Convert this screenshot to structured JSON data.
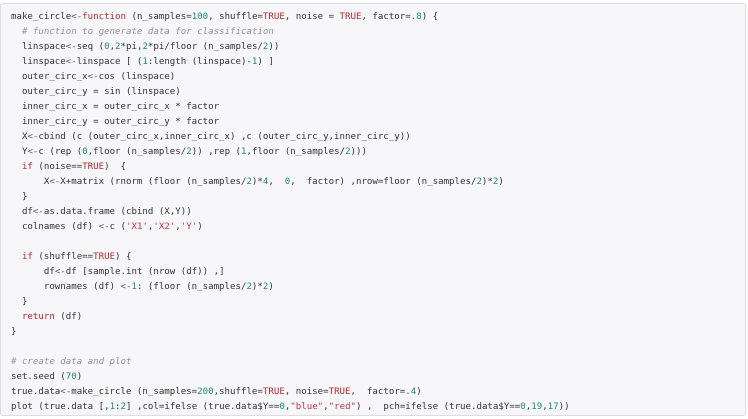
{
  "code_block": {
    "language": "r",
    "colors": {
      "background": "#f7f7f9",
      "border": "#dddde0",
      "text": "#333333",
      "keyword": "#b5272d",
      "number": "#1d8a7a",
      "string": "#c8324a",
      "comment": "#939393"
    },
    "lines": [
      [
        [
          "t",
          "make_circle"
        ],
        [
          "o",
          "<-"
        ],
        [
          "k",
          "function"
        ],
        [
          "t",
          " (n_samples="
        ],
        [
          "n",
          "100"
        ],
        [
          "t",
          ", shuffle="
        ],
        [
          "k",
          "TRUE"
        ],
        [
          "t",
          ", noise = "
        ],
        [
          "k",
          "TRUE"
        ],
        [
          "t",
          ", factor="
        ],
        [
          "n",
          ".8"
        ],
        [
          "t",
          ") {"
        ]
      ],
      [
        [
          "t",
          "  "
        ],
        [
          "c",
          "# function to generate data for classification"
        ]
      ],
      [
        [
          "t",
          "  linspace"
        ],
        [
          "o",
          "<-"
        ],
        [
          "t",
          "seq ("
        ],
        [
          "n",
          "0"
        ],
        [
          "t",
          ","
        ],
        [
          "n",
          "2"
        ],
        [
          "t",
          "*pi,"
        ],
        [
          "n",
          "2"
        ],
        [
          "t",
          "*pi/floor (n_samples/"
        ],
        [
          "n",
          "2"
        ],
        [
          "t",
          "))"
        ]
      ],
      [
        [
          "t",
          "  linspace"
        ],
        [
          "o",
          "<-"
        ],
        [
          "t",
          "linspace [ ("
        ],
        [
          "n",
          "1"
        ],
        [
          "t",
          ":length (linspace)-"
        ],
        [
          "n",
          "1"
        ],
        [
          "t",
          ") ]"
        ]
      ],
      [
        [
          "t",
          "  outer_circ_x"
        ],
        [
          "o",
          "<-"
        ],
        [
          "t",
          "cos (linspace)"
        ]
      ],
      [
        [
          "t",
          "  outer_circ_y = sin (linspace)"
        ]
      ],
      [
        [
          "t",
          "  inner_circ_x = outer_circ_x * factor"
        ]
      ],
      [
        [
          "t",
          "  inner_circ_y = outer_circ_y * factor"
        ]
      ],
      [
        [
          "t",
          "  X"
        ],
        [
          "o",
          "<-"
        ],
        [
          "t",
          "cbind (c (outer_circ_x,inner_circ_x) ,c (outer_circ_y,inner_circ_y))"
        ]
      ],
      [
        [
          "t",
          "  Y"
        ],
        [
          "o",
          "<-"
        ],
        [
          "t",
          "c (rep ("
        ],
        [
          "n",
          "0"
        ],
        [
          "t",
          ",floor (n_samples/"
        ],
        [
          "n",
          "2"
        ],
        [
          "t",
          ")) ,rep ("
        ],
        [
          "n",
          "1"
        ],
        [
          "t",
          ",floor (n_samples/"
        ],
        [
          "n",
          "2"
        ],
        [
          "t",
          ")))"
        ]
      ],
      [
        [
          "t",
          "  "
        ],
        [
          "k",
          "if"
        ],
        [
          "t",
          " (noise=="
        ],
        [
          "k",
          "TRUE"
        ],
        [
          "t",
          ")  {"
        ]
      ],
      [
        [
          "t",
          "      X"
        ],
        [
          "o",
          "<-"
        ],
        [
          "t",
          "X+matrix (rnorm (floor (n_samples/"
        ],
        [
          "n",
          "2"
        ],
        [
          "t",
          ")*"
        ],
        [
          "n",
          "4"
        ],
        [
          "t",
          ",  "
        ],
        [
          "n",
          "0"
        ],
        [
          "t",
          ",  factor) ,nrow=floor (n_samples/"
        ],
        [
          "n",
          "2"
        ],
        [
          "t",
          ")*"
        ],
        [
          "n",
          "2"
        ],
        [
          "t",
          ")"
        ]
      ],
      [
        [
          "t",
          "  }"
        ]
      ],
      [
        [
          "t",
          "  df"
        ],
        [
          "o",
          "<-"
        ],
        [
          "t",
          "as.data.frame (cbind (X,Y))"
        ]
      ],
      [
        [
          "t",
          "  colnames (df) "
        ],
        [
          "o",
          "<-"
        ],
        [
          "t",
          "c ("
        ],
        [
          "s",
          "'X1'"
        ],
        [
          "t",
          ","
        ],
        [
          "s",
          "'X2'"
        ],
        [
          "t",
          ","
        ],
        [
          "s",
          "'Y'"
        ],
        [
          "t",
          ")"
        ]
      ],
      [
        [
          "t",
          ""
        ]
      ],
      [
        [
          "t",
          "  "
        ],
        [
          "k",
          "if"
        ],
        [
          "t",
          " (shuffle=="
        ],
        [
          "k",
          "TRUE"
        ],
        [
          "t",
          ") {"
        ]
      ],
      [
        [
          "t",
          "      df"
        ],
        [
          "o",
          "<-"
        ],
        [
          "t",
          "df [sample.int (nrow (df)) ,]"
        ]
      ],
      [
        [
          "t",
          "      rownames (df) "
        ],
        [
          "o",
          "<-"
        ],
        [
          "n",
          "1"
        ],
        [
          "t",
          ": (floor (n_samples/"
        ],
        [
          "n",
          "2"
        ],
        [
          "t",
          ")*"
        ],
        [
          "n",
          "2"
        ],
        [
          "t",
          ")"
        ]
      ],
      [
        [
          "t",
          "  }"
        ]
      ],
      [
        [
          "t",
          "  "
        ],
        [
          "k",
          "return"
        ],
        [
          "t",
          " (df)"
        ]
      ],
      [
        [
          "t",
          "}"
        ]
      ],
      [
        [
          "t",
          ""
        ]
      ],
      [
        [
          "c",
          "# create data and plot"
        ]
      ],
      [
        [
          "t",
          "set.seed ("
        ],
        [
          "n",
          "70"
        ],
        [
          "t",
          ")"
        ]
      ],
      [
        [
          "t",
          "true.data"
        ],
        [
          "o",
          "<-"
        ],
        [
          "t",
          "make_circle (n_samples="
        ],
        [
          "n",
          "200"
        ],
        [
          "t",
          ",shuffle="
        ],
        [
          "k",
          "TRUE"
        ],
        [
          "t",
          ", noise="
        ],
        [
          "k",
          "TRUE"
        ],
        [
          "t",
          ",  factor="
        ],
        [
          "n",
          ".4"
        ],
        [
          "t",
          ")"
        ]
      ],
      [
        [
          "t",
          "plot (true.data [,"
        ],
        [
          "n",
          "1"
        ],
        [
          "t",
          ":"
        ],
        [
          "n",
          "2"
        ],
        [
          "t",
          "] ,col=ifelse (true.data$Y=="
        ],
        [
          "n",
          "0"
        ],
        [
          "t",
          ","
        ],
        [
          "s",
          "\"blue\""
        ],
        [
          "t",
          ","
        ],
        [
          "s",
          "\"red\""
        ],
        [
          "t",
          ") ,  pch=ifelse (true.data$Y=="
        ],
        [
          "n",
          "0"
        ],
        [
          "t",
          ","
        ],
        [
          "n",
          "19"
        ],
        [
          "t",
          ","
        ],
        [
          "n",
          "17"
        ],
        [
          "t",
          "))"
        ]
      ]
    ]
  }
}
